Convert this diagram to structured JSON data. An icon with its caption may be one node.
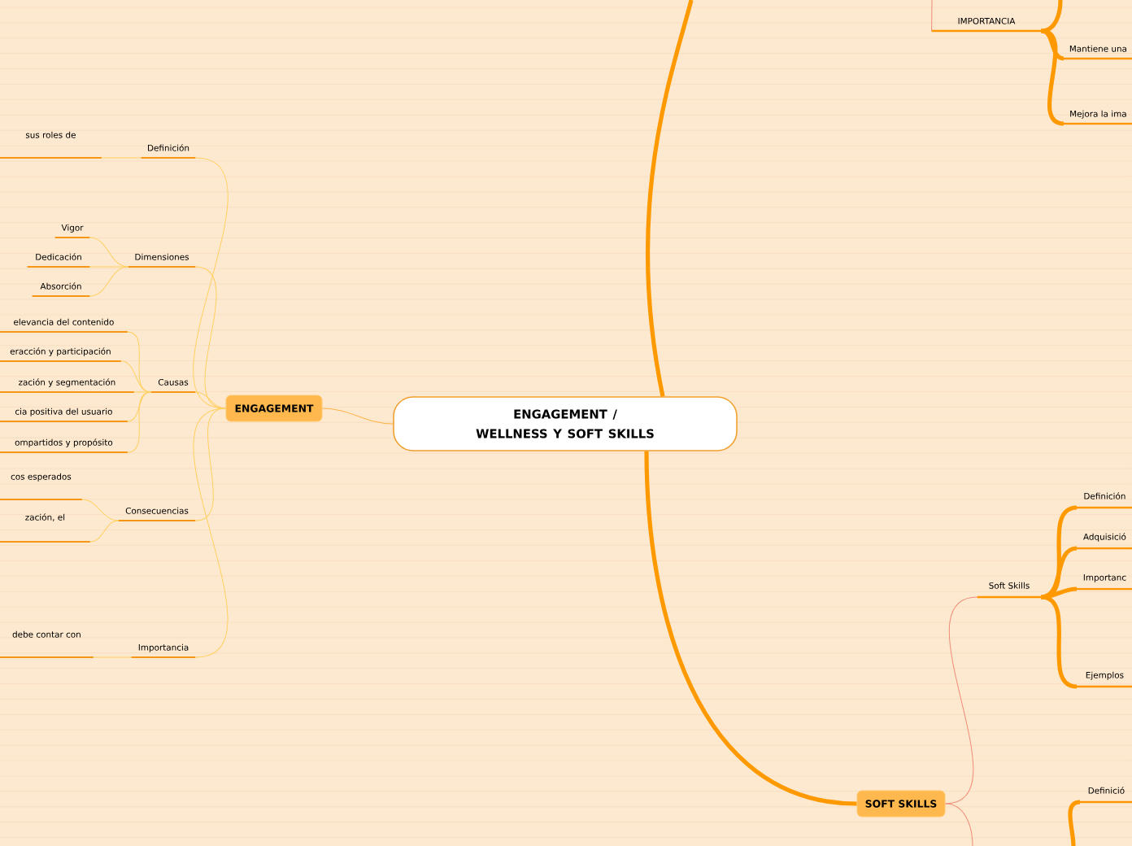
{
  "diagram": {
    "nodes": [
      {
        "text": [
          "ENGAGEMENT / WELLNESS Y SOFT SKILLS"
        ]
      },
      {
        "text": [
          "ENGAGEMENT"
        ]
      },
      {
        "text": [
          "Definición"
        ]
      },
      {
        "text": [
          "sus roles de"
        ]
      },
      {
        "text": [
          "Dimensiones"
        ]
      },
      {
        "text": [
          "Vigor"
        ]
      },
      {
        "text": [
          "Dedicación"
        ]
      },
      {
        "text": [
          "Absorción"
        ]
      },
      {
        "text": [
          "Causas"
        ]
      },
      {
        "text": [
          "elevancia del contenido"
        ]
      },
      {
        "text": [
          "eracción y participación"
        ]
      },
      {
        "text": [
          "zación y segmentación"
        ]
      },
      {
        "text": [
          "cia positiva del usuario"
        ]
      },
      {
        "text": [
          "ompartidos y propósito"
        ]
      },
      {
        "text": [
          "Consecuencias"
        ]
      },
      {
        "text": [
          "cos esperados"
        ]
      },
      {
        "text": [
          "zación, el"
        ]
      },
      {
        "text": [
          "Importancia"
        ]
      },
      {
        "text": [
          "debe contar con"
        ]
      },
      {
        "text": [
          "IMPORTANCIA"
        ]
      },
      {
        "text": [
          "Mantiene una"
        ]
      },
      {
        "text": [
          "Mejora la ima"
        ]
      },
      {
        "text": [
          "SOFT SKILLS"
        ]
      },
      {
        "text": [
          "Soft Skills"
        ]
      },
      {
        "text": [
          "Definición"
        ]
      },
      {
        "text": [
          "Adquisició"
        ]
      },
      {
        "text": [
          "Importanc"
        ]
      },
      {
        "text": [
          "Ejemplos"
        ]
      },
      {
        "text": [
          "Definició"
        ]
      }
    ],
    "edges": [
      {
        "from": 0,
        "to": 1,
        "arrow": "none",
        "color": "#ffb347"
      },
      {
        "from": 1,
        "to": 2,
        "arrow": "none"
      },
      {
        "from": 2,
        "to": 3,
        "arrow": "none"
      },
      {
        "from": 1,
        "to": 4,
        "arrow": "none"
      },
      {
        "from": 4,
        "to": 5,
        "arrow": "none"
      },
      {
        "from": 4,
        "to": 6,
        "arrow": "none"
      },
      {
        "from": 4,
        "to": 7,
        "arrow": "none"
      },
      {
        "from": 1,
        "to": 8,
        "arrow": "none"
      },
      {
        "from": 8,
        "to": 9,
        "arrow": "none"
      },
      {
        "from": 8,
        "to": 10,
        "arrow": "none"
      },
      {
        "from": 8,
        "to": 11,
        "arrow": "none"
      },
      {
        "from": 8,
        "to": 12,
        "arrow": "none"
      },
      {
        "from": 8,
        "to": 13,
        "arrow": "none"
      },
      {
        "from": 1,
        "to": 14,
        "arrow": "none"
      },
      {
        "from": 14,
        "to": 15,
        "arrow": "none"
      },
      {
        "from": 14,
        "to": 16,
        "arrow": "none"
      },
      {
        "from": 1,
        "to": 17,
        "arrow": "none"
      },
      {
        "from": 17,
        "to": 18,
        "arrow": "none"
      },
      {
        "from": 0,
        "to": null,
        "arrow": "none",
        "style": "thick",
        "color": "#ff9900"
      },
      {
        "from": 0,
        "to": 22,
        "arrow": "none",
        "style": "thick",
        "color": "#ff9900"
      },
      {
        "from": null,
        "to": 19,
        "arrow": "none",
        "color": "#f08c78"
      },
      {
        "from": 19,
        "to": null,
        "arrow": "none",
        "style": "thick",
        "color": "#ff9900"
      },
      {
        "from": 19,
        "to": 20,
        "arrow": "none",
        "style": "thick",
        "color": "#ff9900"
      },
      {
        "from": 19,
        "to": 21,
        "arrow": "none",
        "style": "thick",
        "color": "#ff9900"
      },
      {
        "from": 22,
        "to": 23,
        "arrow": "none",
        "color": "#f08c78"
      },
      {
        "from": 22,
        "to": null,
        "arrow": "none",
        "color": "#f08c78"
      },
      {
        "from": 23,
        "to": 24,
        "arrow": "none",
        "style": "thick",
        "color": "#ff9900"
      },
      {
        "from": 23,
        "to": 25,
        "arrow": "none",
        "style": "thick",
        "color": "#ff9900"
      },
      {
        "from": 23,
        "to": 26,
        "arrow": "none",
        "style": "thick",
        "color": "#ff9900"
      },
      {
        "from": 23,
        "to": 27,
        "arrow": "none",
        "style": "thick",
        "color": "#ff9900"
      },
      {
        "from": null,
        "to": 28,
        "arrow": "none",
        "style": "thick",
        "color": "#ff9900"
      }
    ]
  }
}
